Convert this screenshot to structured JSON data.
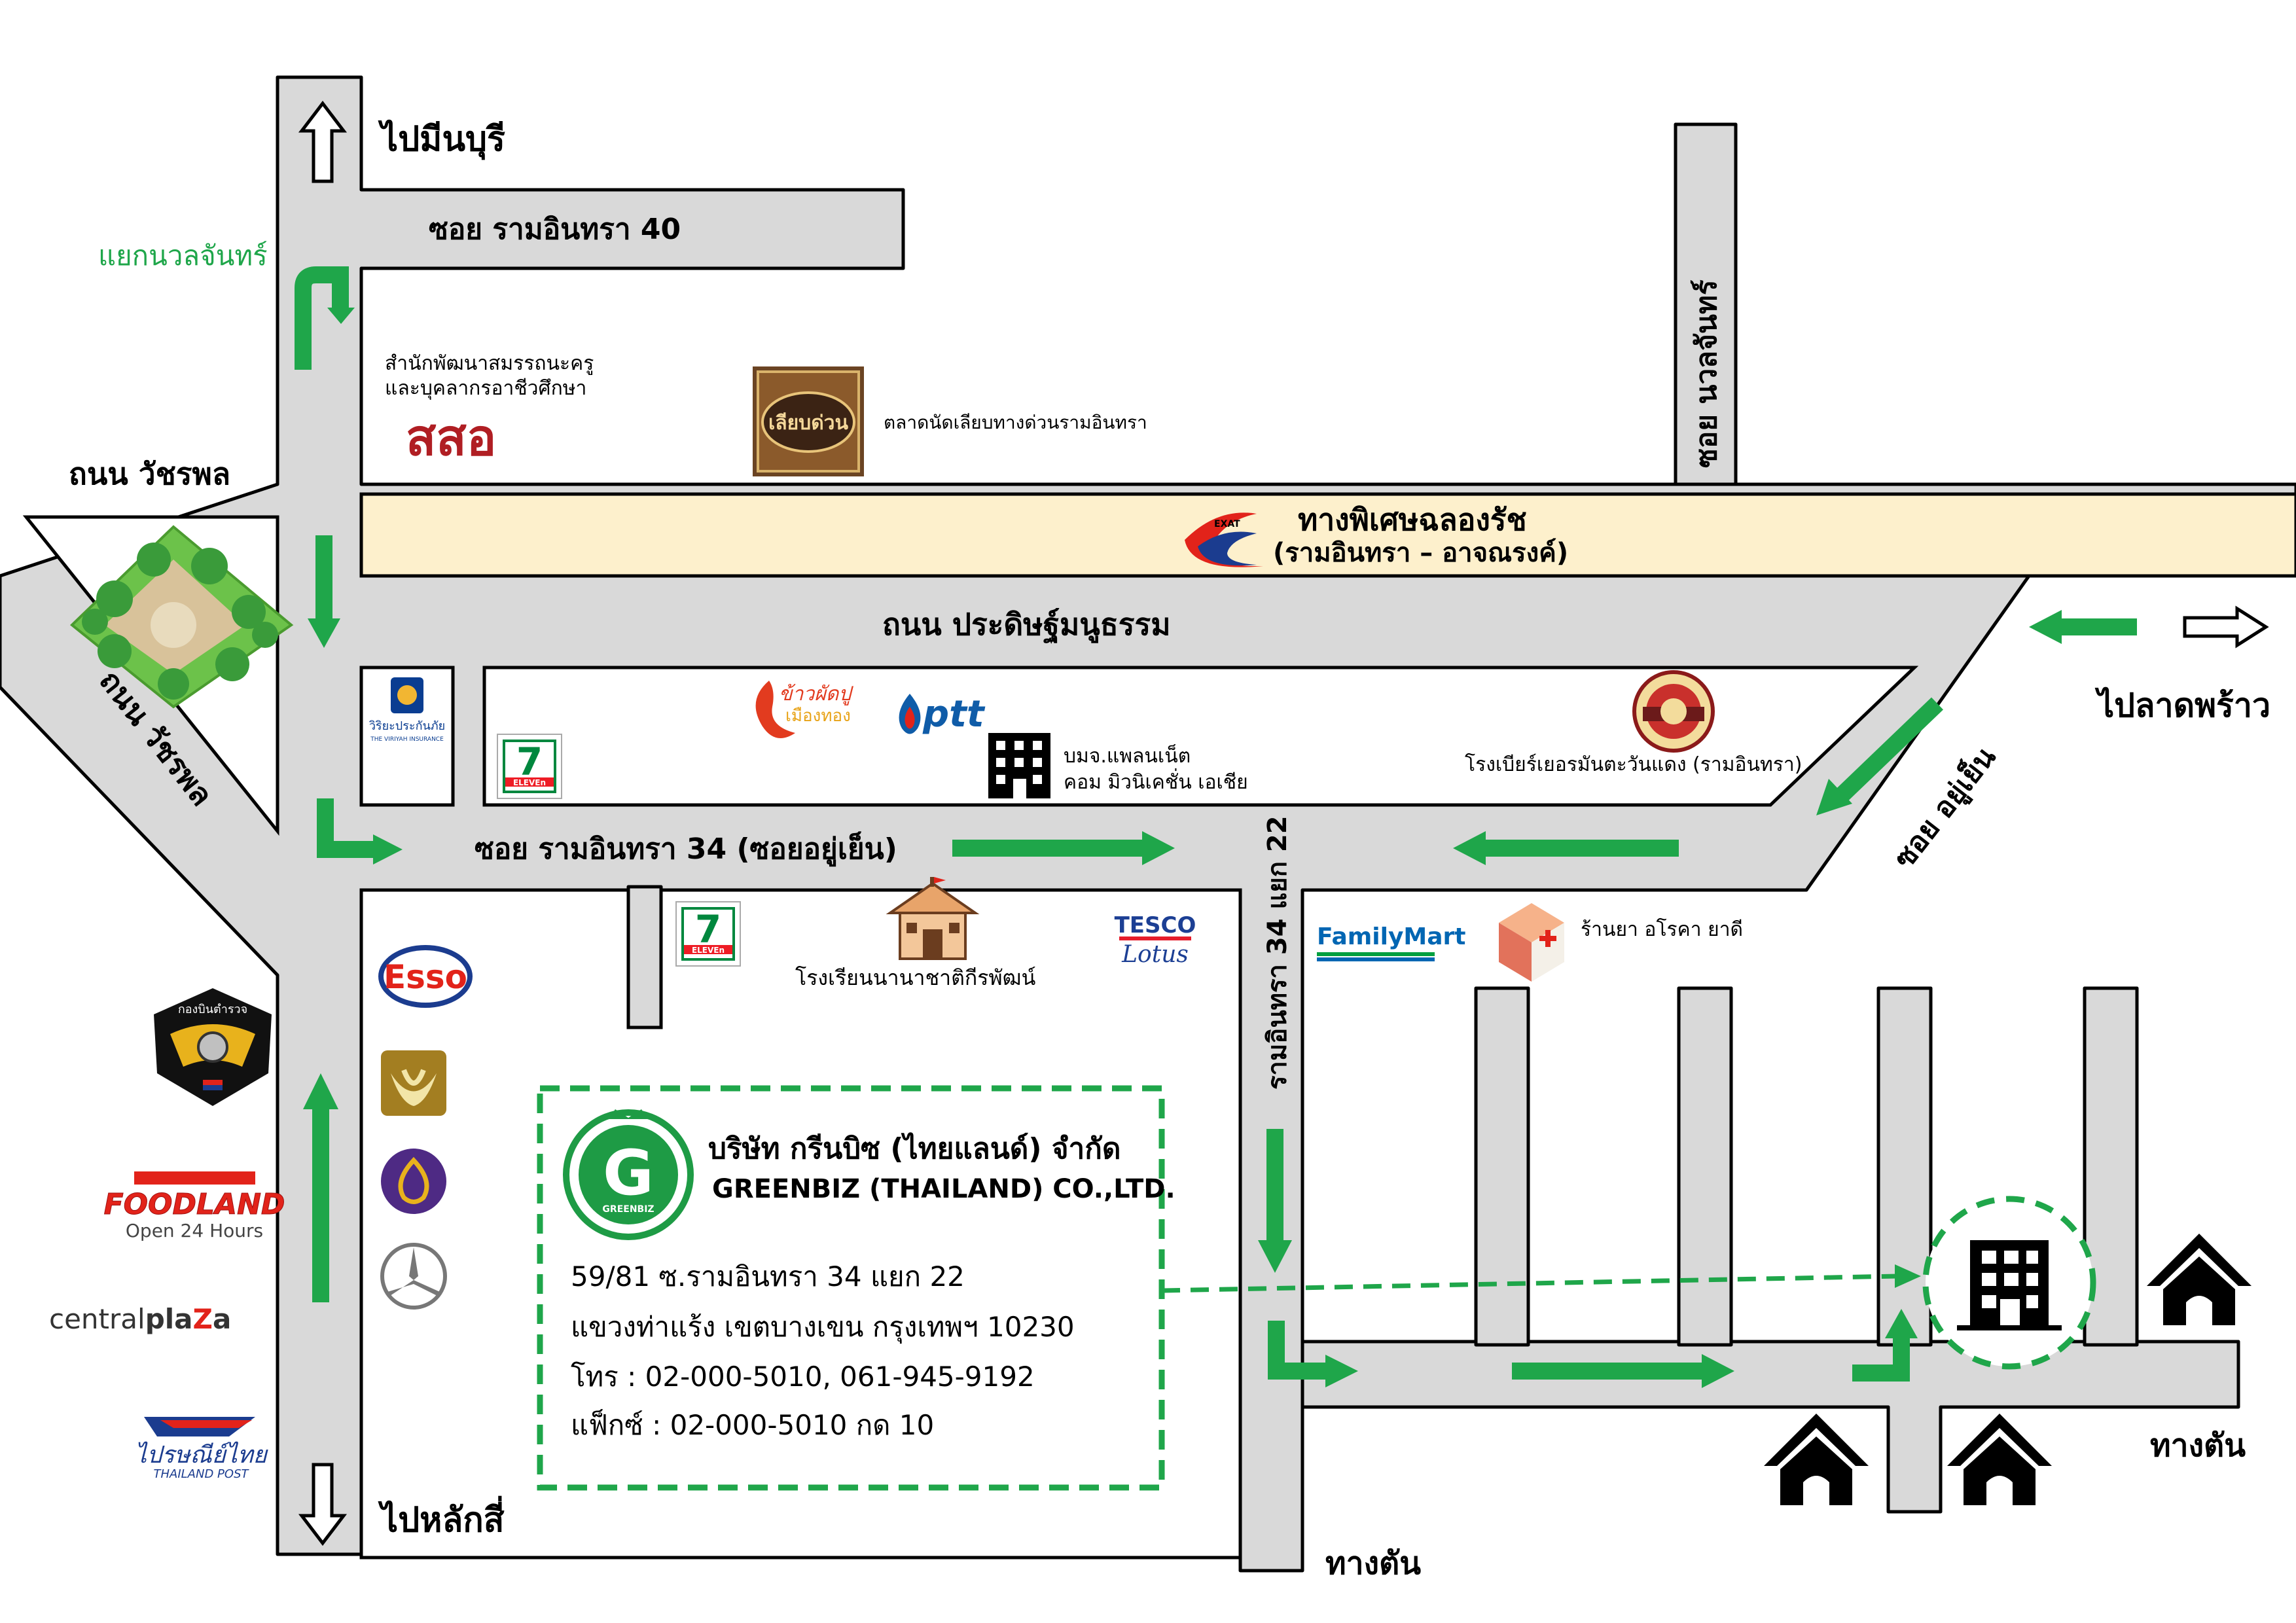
{
  "colors": {
    "road": "#d9d9d9",
    "road_stroke": "#000000",
    "expressway": "#fdf0cc",
    "route_green": "#1fa64a",
    "company_green": "#1e9b45",
    "esso_red": "#e2231a",
    "esso_blue": "#1b3c8f",
    "seven_green": "#00873e",
    "seven_orange": "#f58220",
    "seven_red": "#ee1c25",
    "bank_gold": "#a37e21",
    "scb_purple": "#4e2a84",
    "tesco_red": "#e61d2b",
    "tesco_blue": "#1c3f94",
    "ptt_blue": "#0f5ca8",
    "familymart_blue": "#0066b3",
    "familymart_green": "#00a040",
    "police_gold": "#e8b21c"
  },
  "labels": {
    "to_minburi": "ไปมีนบุรี",
    "to_laksi": "ไปหลักสี่",
    "to_ladprao": "ไปลาดพร้าว",
    "soi_40": "ซอย รามอินทรา 40",
    "yaek_nuanchan": "แยกนวลจันทร์",
    "vacharapol_1": "ถนน วัชรพล",
    "vacharapol_2": "ถนน วัชรพล",
    "soi_nuanchan": "ซอย นวลจันทร์",
    "expressway_name": "ทางพิเศษฉลองรัช",
    "expressway_sub": "(รามอินทรา – อาจณรงค์)",
    "exat": "EXAT",
    "pradit": "ถนน ประดิษฐ์มนูธรรม",
    "soi_34": "ซอย รามอินทรา 34 (ซอยอยู่เย็น)",
    "soi_yuyen": "ซอย อยู่เย็น",
    "soi_34_22": "รามอินทรา 34 แยก 22",
    "dead_end_1": "ทางตัน",
    "dead_end_2": "ทางตัน",
    "sor_sor_or_1": "สำนักพัฒนาสมรรถนะครู",
    "sor_sor_or_2": "และบุคลากรอาชีวศึกษา",
    "sor_sor_or_logo": "สสอ",
    "market": "ตลาดนัดเลียบทางด่วนรามอินทรา",
    "market_logo": "เลียบด่วน",
    "viriyah": "วิริยะประกันภัย",
    "viriyah_en": "THE VIRIYAH INSURANCE",
    "kao_pad": "ข้าวผัดปู",
    "kao_pad2": "เมืองทอง",
    "ptt": "ptt",
    "planet_1": "บมจ.แพลนเน็ต",
    "planet_2": "คอม มิวนิเคชั่น เอเชีย",
    "beer": "โรงเบียร์เยอรมันตะวันแดง (รามอินทรา)",
    "school": "โรงเรียนนานาชาติกีรพัฒน์",
    "tesco_1": "TESCO",
    "tesco_2": "Lotus",
    "familymart": "FamilyMart",
    "pharmacy": "ร้านยา อโรคา ยาดี",
    "seven_name": "ELEVEn",
    "esso": "Esso",
    "foodland": "FOODLAND",
    "foodland_sub": "Open 24 Hours",
    "central_1": "central",
    "central_2": "pla",
    "central_3": "Z",
    "central_4": "a",
    "thaipost_1": "ไปรษณีย์ไทย",
    "thaipost_2": "THAILAND POST",
    "police": "กองบินตำรวจ"
  },
  "company": {
    "logo_letter": "G",
    "logo_text": "GREENBIZ",
    "name_th": "บริษัท กรีนบิซ (ไทยแลนด์) จำกัด",
    "name_en": "GREENBIZ (THAILAND) CO.,LTD.",
    "address_1": "59/81 ซ.รามอินทรา 34 แยก 22",
    "address_2": "แขวงท่าแร้ง เขตบางเขน กรุงเทพฯ 10230",
    "phone": "โทร : 02-000-5010, 061-945-9192",
    "fax": "แฟ็กซ์ : 02-000-5010 กด 10"
  }
}
